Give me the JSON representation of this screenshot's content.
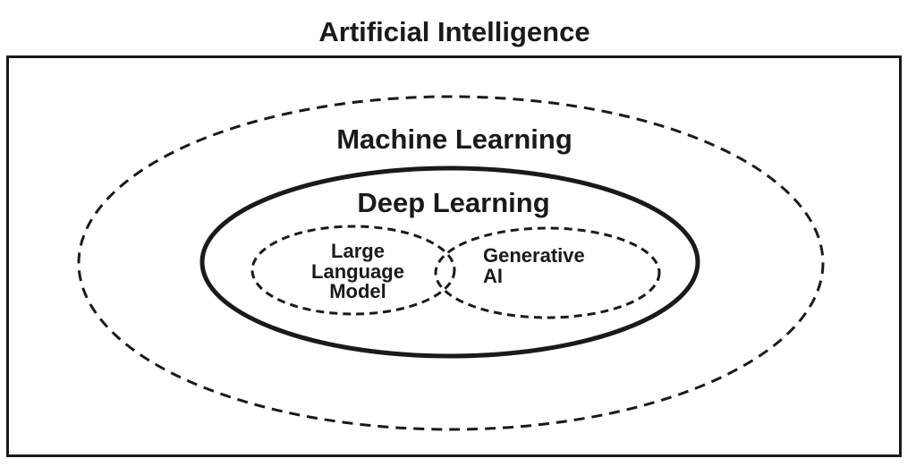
{
  "title": "Artificial Intelligence",
  "sets": {
    "artificial_intelligence": {
      "label": "Artificial Intelligence",
      "shape": "rectangle",
      "outline": "solid"
    },
    "machine_learning": {
      "label": "Machine Learning",
      "shape": "ellipse",
      "outline": "dashed"
    },
    "deep_learning": {
      "label": "Deep Learning",
      "shape": "ellipse",
      "outline": "solid-bold"
    },
    "large_language_model": {
      "label": "Large Language Model",
      "lines": [
        "Large",
        "Language",
        "Model"
      ],
      "shape": "ellipse",
      "outline": "dashed"
    },
    "generative_ai": {
      "label": "Generative AI",
      "lines": [
        "Generative",
        "AI"
      ],
      "shape": "ellipse",
      "outline": "dashed"
    }
  },
  "relationships": "AI contains Machine Learning; Machine Learning contains Deep Learning; Deep Learning contains overlapping Large Language Model and Generative AI",
  "colors": {
    "ink": "#1a1a1a",
    "background": "#ffffff"
  }
}
